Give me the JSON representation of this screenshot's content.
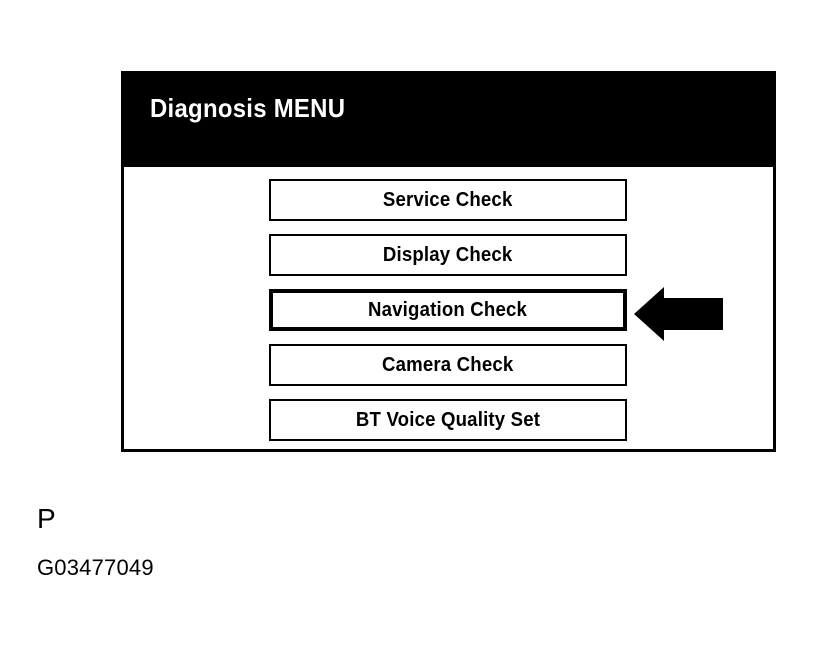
{
  "figure": {
    "screen": {
      "title": "Diagnosis MENU",
      "header_background": "#000000",
      "header_text_color": "#FFFFFF",
      "body_background": "#FFFFFF",
      "frame_color": "#000000",
      "menu_items": [
        {
          "label": "Service Check",
          "selected": false
        },
        {
          "label": "Display Check",
          "selected": false
        },
        {
          "label": "Navigation Check",
          "selected": true
        },
        {
          "label": "Camera Check",
          "selected": false
        },
        {
          "label": "BT Voice Quality Set",
          "selected": false
        }
      ]
    },
    "annotation": {
      "arrow_icon": "arrow-left-icon",
      "arrow_direction": "left",
      "arrow_color": "#000000",
      "points_at": "Navigation Check"
    }
  },
  "caption": {
    "label": "P",
    "figure_code": "G03477049"
  }
}
